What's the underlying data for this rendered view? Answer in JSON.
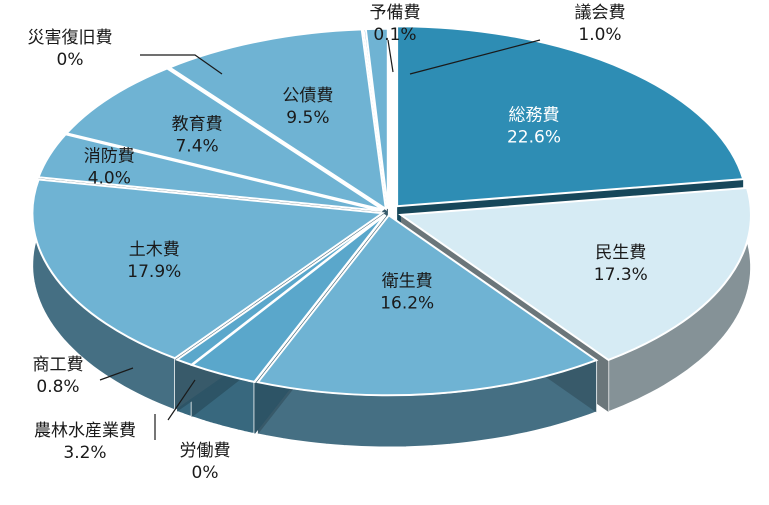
{
  "chart_data": {
    "type": "pie",
    "title": "",
    "unit": "%",
    "slices": [
      {
        "name": "総務費",
        "value": 22.6,
        "value_label": "22.6%",
        "color": "#2e8db4",
        "label_color": "light"
      },
      {
        "name": "民生費",
        "value": 17.3,
        "value_label": "17.3%",
        "color": "#d6ebf4",
        "label_color": "dark"
      },
      {
        "name": "衛生費",
        "value": 16.2,
        "value_label": "16.2%",
        "color": "#6fb3d3",
        "label_color": "dark"
      },
      {
        "name": "労働費",
        "value": 0.0,
        "value_label": "0%",
        "color": "#5aa7cb",
        "label_color": "dark"
      },
      {
        "name": "農林水産業費",
        "value": 3.2,
        "value_label": "3.2%",
        "color": "#5aa7cb",
        "label_color": "dark"
      },
      {
        "name": "商工費",
        "value": 0.8,
        "value_label": "0.8%",
        "color": "#5aa7cb",
        "label_color": "dark"
      },
      {
        "name": "土木費",
        "value": 17.9,
        "value_label": "17.9%",
        "color": "#6fb3d3",
        "label_color": "dark"
      },
      {
        "name": "消防費",
        "value": 4.0,
        "value_label": "4.0%",
        "color": "#6fb3d3",
        "label_color": "dark"
      },
      {
        "name": "教育費",
        "value": 7.4,
        "value_label": "7.4%",
        "color": "#6fb3d3",
        "label_color": "dark"
      },
      {
        "name": "災害復旧費",
        "value": 0.0,
        "value_label": "0%",
        "color": "#6fb3d3",
        "label_color": "dark"
      },
      {
        "name": "公債費",
        "value": 9.5,
        "value_label": "9.5%",
        "color": "#6fb3d3",
        "label_color": "dark"
      },
      {
        "name": "予備費",
        "value": 0.1,
        "value_label": "0.1%",
        "color": "#6fb3d3",
        "label_color": "dark"
      },
      {
        "name": "議会費",
        "value": 1.0,
        "value_label": "1.0%",
        "color": "#6fb3d3",
        "label_color": "dark"
      }
    ]
  }
}
